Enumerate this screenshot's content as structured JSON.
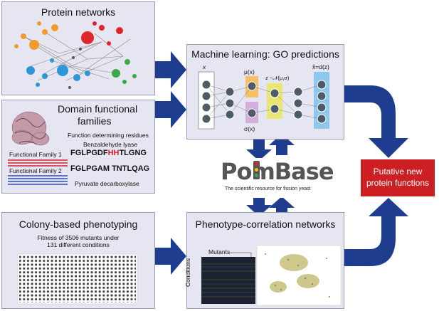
{
  "panels": {
    "protein_networks": {
      "title": "Protein networks"
    },
    "domain_families": {
      "title_line1": "Domain functional",
      "title_line2": "families",
      "fdr": "Function determining residues",
      "benz": "Benzaldehyde lyase",
      "seq1a": "FGLPGDF",
      "seq1b": "HH",
      "seq1c": "TLGNG",
      "seq2a": "FGLPGAM",
      "seq2b": "TNTLQAG",
      "pyr": "Pyruvate decarboxylase",
      "ff1": "Functional Family 1",
      "ff2": "Functional Family 2"
    },
    "machine_learning": {
      "title": "Machine learning: GO predictions",
      "x": "x",
      "mu": "μ(x)",
      "sigma": "σ(x)",
      "z": "z ~𝒩(μ,σ)",
      "xhat": "x̂=d(z)"
    },
    "colony": {
      "title": "Colony-based phenotyping",
      "line1": "Fitness of 3506 mutants under",
      "line2": "131 different conditions"
    },
    "phenotype": {
      "title": "Phenotype-correlation networks",
      "mutants": "Mutants",
      "conditions": "Conditions"
    }
  },
  "pombase": {
    "logo": "PomBase",
    "tagline": "The scientific resource for fission yeast"
  },
  "result": {
    "line1": "Putative new",
    "line2": "protein functions"
  },
  "colors": {
    "arrow": "#1f3d8f",
    "panel": "#e6e6f2",
    "result": "#cc1f24"
  }
}
